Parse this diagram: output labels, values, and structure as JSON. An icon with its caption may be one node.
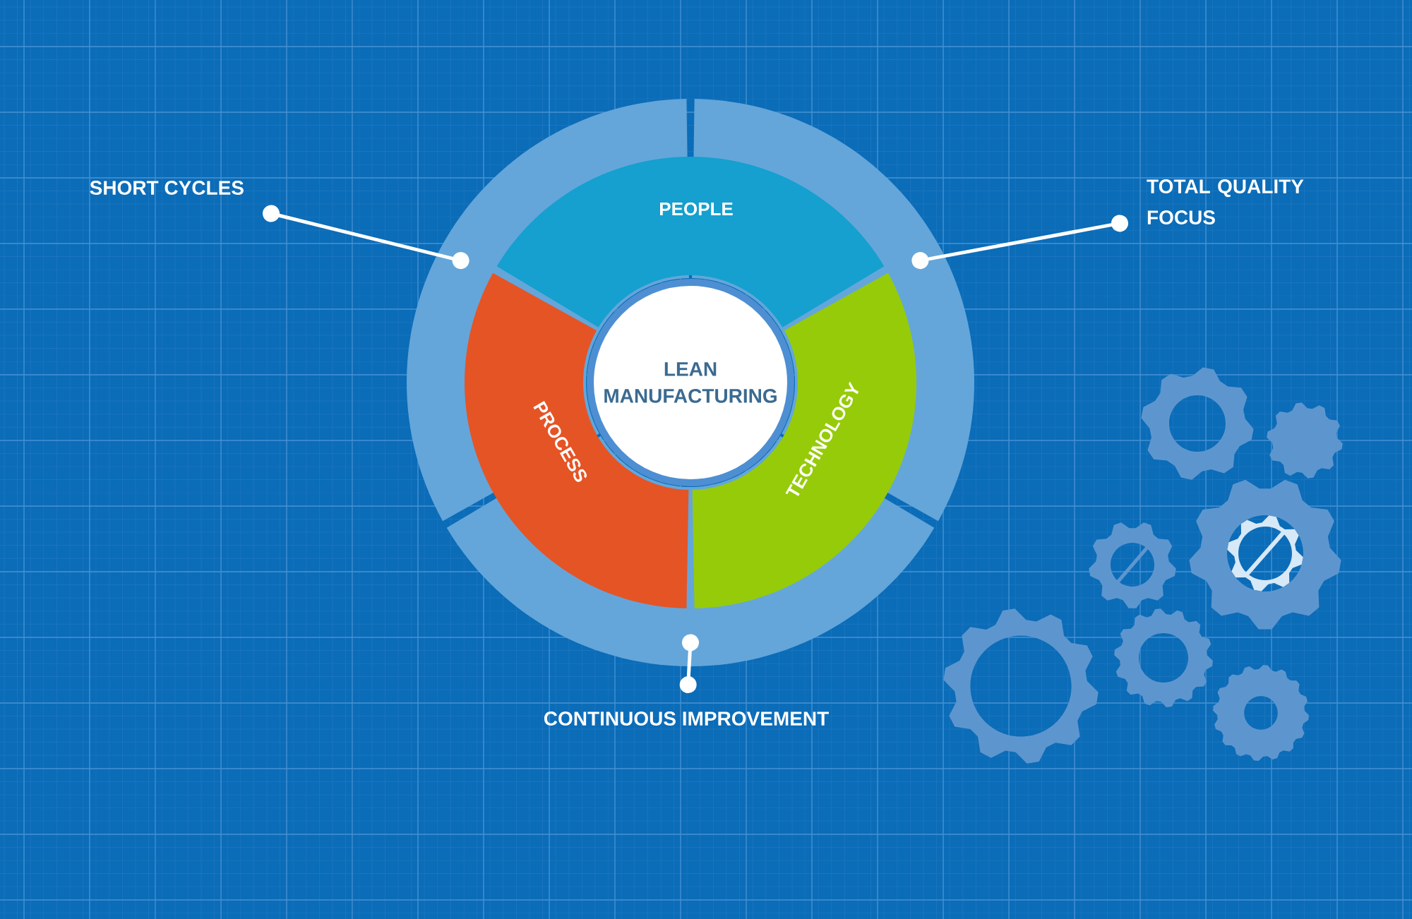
{
  "diagram": {
    "nodes": [
      {
        "text": [
          "SHORT CYCLES"
        ]
      },
      {
        "text": [
          "TOTAL QUALITY FOCUS"
        ]
      },
      {
        "text": [],
        "shape": "band"
      },
      {
        "text": [],
        "shape": "band"
      },
      {
        "text": [
          "PEOPLE"
        ]
      },
      {
        "text": [
          "LEAN MANUFACTURING"
        ]
      },
      {
        "text": [
          "PROCESS"
        ]
      },
      {
        "text": [
          "TECHNOLOGY"
        ]
      },
      {
        "text": [],
        "shape": "band"
      },
      {
        "text": [
          "CONTINUOUS IMPROVEMENT"
        ]
      }
    ],
    "edges": [
      {
        "from": 0,
        "to": 2,
        "arrow": "other"
      },
      {
        "from": 1,
        "to": 3,
        "arrow": "other"
      },
      {
        "from": 9,
        "to": 8,
        "arrow": "other"
      }
    ]
  }
}
